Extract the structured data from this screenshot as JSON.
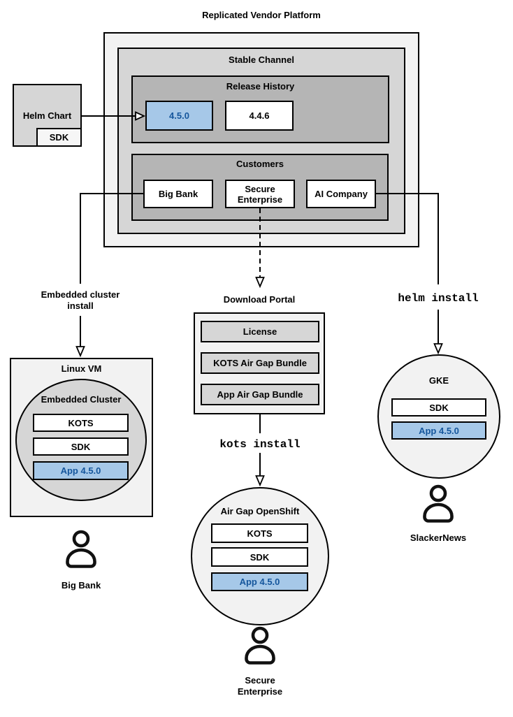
{
  "title": "Replicated Vendor Platform",
  "colors": {
    "highlight_fill": "#A6C8E8",
    "highlight_border": "#15569C",
    "highlight_text": "#15569C",
    "container_light": "#F2F2F2",
    "container_mid": "#D6D6D6",
    "container_dark": "#B5B5B5",
    "box_white": "#FFFFFF",
    "line": "#000000"
  },
  "platform": {
    "stable_channel": "Stable Channel",
    "release_history": {
      "label": "Release History",
      "current_release": "4.5.0",
      "previous_release": "4.4.6"
    },
    "customers": {
      "label": "Customers",
      "big_bank": "Big Bank",
      "secure_enterprise": "Secure Enterprise",
      "ai_company": "AI Company"
    }
  },
  "helm_chart": {
    "label": "Helm Chart",
    "sdk": "SDK"
  },
  "left_flow": {
    "arrow_label": "Embedded cluster install",
    "vm": "Linux VM",
    "cluster": "Embedded Cluster",
    "kots": "KOTS",
    "sdk": "SDK",
    "app": "App 4.5.0",
    "user": "Big Bank"
  },
  "middle_flow": {
    "portal": "Download Portal",
    "license": "License",
    "kots_bundle": "KOTS Air Gap Bundle",
    "app_bundle": "App Air Gap Bundle",
    "command": "kots install",
    "cluster": "Air Gap OpenShift",
    "kots": "KOTS",
    "sdk": "SDK",
    "app": "App 4.5.0",
    "user": "Secure Enterprise"
  },
  "right_flow": {
    "command": "helm install",
    "cluster": "GKE",
    "sdk": "SDK",
    "app": "App 4.5.0",
    "user": "SlackerNews"
  },
  "icons": {
    "user_icon": "person-icon"
  }
}
